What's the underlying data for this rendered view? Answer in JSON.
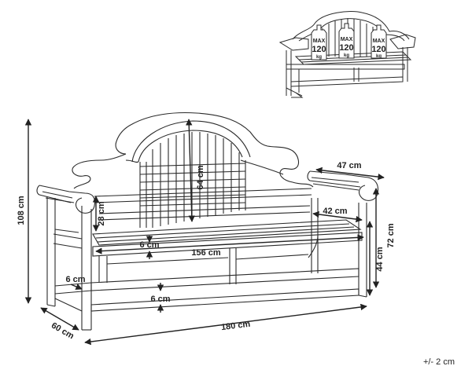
{
  "weight_badges": [
    {
      "max": "MAX",
      "value": "120",
      "unit": "kg"
    },
    {
      "max": "MAX",
      "value": "120",
      "unit": "kg"
    },
    {
      "max": "MAX",
      "value": "120",
      "unit": "kg"
    }
  ],
  "dimensions": {
    "total_height": "108 cm",
    "back_height": "64 cm",
    "arm_width": "47 cm",
    "arm_depth": "42 cm",
    "backrest_lower": "28 cm",
    "seat_gap": "6 cm",
    "seat_width": "156 cm",
    "armrest_height": "72 cm",
    "seat_height": "44 cm",
    "leg_width": "6 cm",
    "stretcher_gap": "6 cm",
    "depth": "60 cm",
    "total_width": "180 cm"
  },
  "tolerance": "+/- 2 cm",
  "colors": {
    "line": "#2a2a2a",
    "badge_fill": "#ffffff"
  }
}
